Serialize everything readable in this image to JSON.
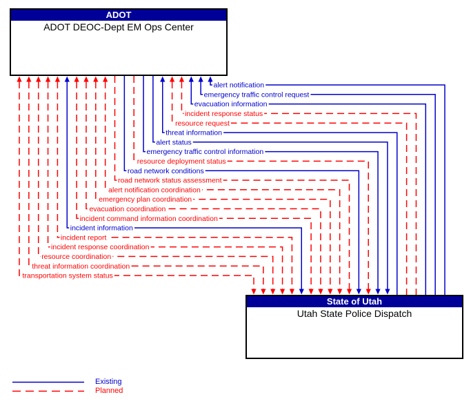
{
  "diagram": {
    "top_box": {
      "org": "ADOT",
      "name": "ADOT DEOC-Dept EM Ops Center"
    },
    "bottom_box": {
      "org": "State of Utah",
      "name": "Utah State Police Dispatch"
    },
    "colors": {
      "existing": "#0000cc",
      "planned": "#ff0000",
      "header_bg": "#000099",
      "header_text": "#ffffff",
      "box_border": "#000000"
    },
    "legend": [
      {
        "label": "Existing",
        "status": "existing"
      },
      {
        "label": "Planned",
        "status": "planned"
      }
    ],
    "flows": [
      {
        "label": "alert notification",
        "status": "existing",
        "direction": "to-top"
      },
      {
        "label": "emergency traffic control request",
        "status": "existing",
        "direction": "to-top"
      },
      {
        "label": "evacuation information",
        "status": "existing",
        "direction": "to-top"
      },
      {
        "label": "incident response status",
        "status": "planned",
        "direction": "to-top"
      },
      {
        "label": "resource request",
        "status": "planned",
        "direction": "to-top"
      },
      {
        "label": "threat information",
        "status": "existing",
        "direction": "to-top"
      },
      {
        "label": "alert status",
        "status": "existing",
        "direction": "to-bottom"
      },
      {
        "label": "emergency traffic control information",
        "status": "existing",
        "direction": "to-bottom"
      },
      {
        "label": "resource deployment status",
        "status": "planned",
        "direction": "to-bottom"
      },
      {
        "label": "road network conditions",
        "status": "existing",
        "direction": "to-bottom"
      },
      {
        "label": "road network status assessment",
        "status": "planned",
        "direction": "to-bottom"
      },
      {
        "label": "alert notification coordination",
        "status": "planned",
        "direction": "both"
      },
      {
        "label": "emergency plan coordination",
        "status": "planned",
        "direction": "both"
      },
      {
        "label": "evacuation coordination",
        "status": "planned",
        "direction": "both"
      },
      {
        "label": "incident command information coordination",
        "status": "planned",
        "direction": "both"
      },
      {
        "label": "incident information",
        "status": "existing",
        "direction": "both"
      },
      {
        "label": "incident report",
        "status": "planned",
        "direction": "both"
      },
      {
        "label": "incident response coordination",
        "status": "planned",
        "direction": "both"
      },
      {
        "label": "resource coordination",
        "status": "planned",
        "direction": "both"
      },
      {
        "label": "threat information coordination",
        "status": "planned",
        "direction": "both"
      },
      {
        "label": "transportation system status",
        "status": "planned",
        "direction": "both"
      }
    ]
  }
}
